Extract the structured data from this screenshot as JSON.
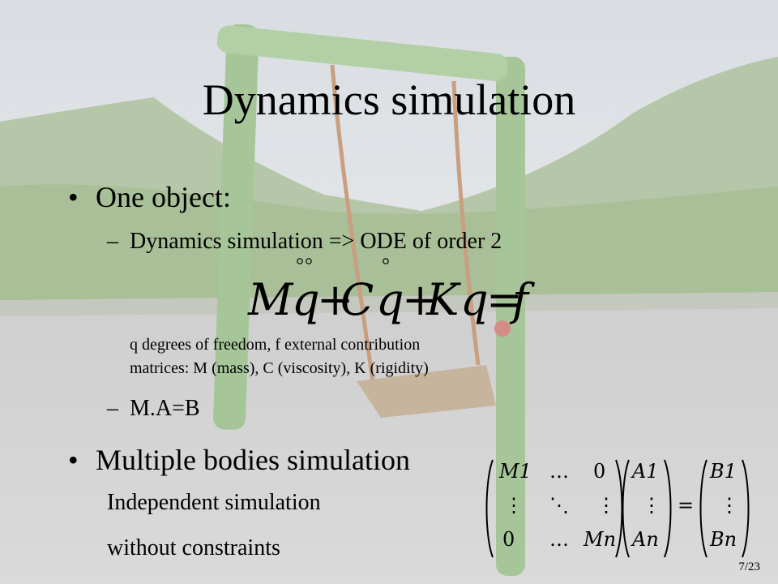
{
  "slide": {
    "title": "Dynamics simulation",
    "bullets": [
      {
        "text": "One object:",
        "sub": [
          {
            "marker": "–",
            "text": "Dynamics simulation => ODE of order 2"
          }
        ]
      }
    ],
    "equation": {
      "parts": [
        "M",
        "q",
        "+",
        "C",
        "q",
        "+",
        "K",
        "q",
        "=",
        "f"
      ]
    },
    "notes": [
      "q degrees of freedom, f external contribution",
      "matrices: M (mass), C (viscosity), K (rigidity)"
    ],
    "sub2": {
      "marker": "–",
      "text": "M.A=B"
    },
    "bullet2": {
      "text": "Multiple bodies simulation",
      "lines": [
        "Independent simulation",
        "without constraints"
      ]
    },
    "matrix_equation": {
      "matrix": [
        [
          "M1",
          "…",
          "0"
        ],
        [
          "⋮",
          "⋱",
          "⋮"
        ],
        [
          "0",
          "…",
          "Mn"
        ]
      ],
      "vector_a": [
        "A1",
        "⋮",
        "An"
      ],
      "vector_b": [
        "B1",
        "⋮",
        "Bn"
      ],
      "equals": "="
    },
    "page_number": "7/23"
  }
}
